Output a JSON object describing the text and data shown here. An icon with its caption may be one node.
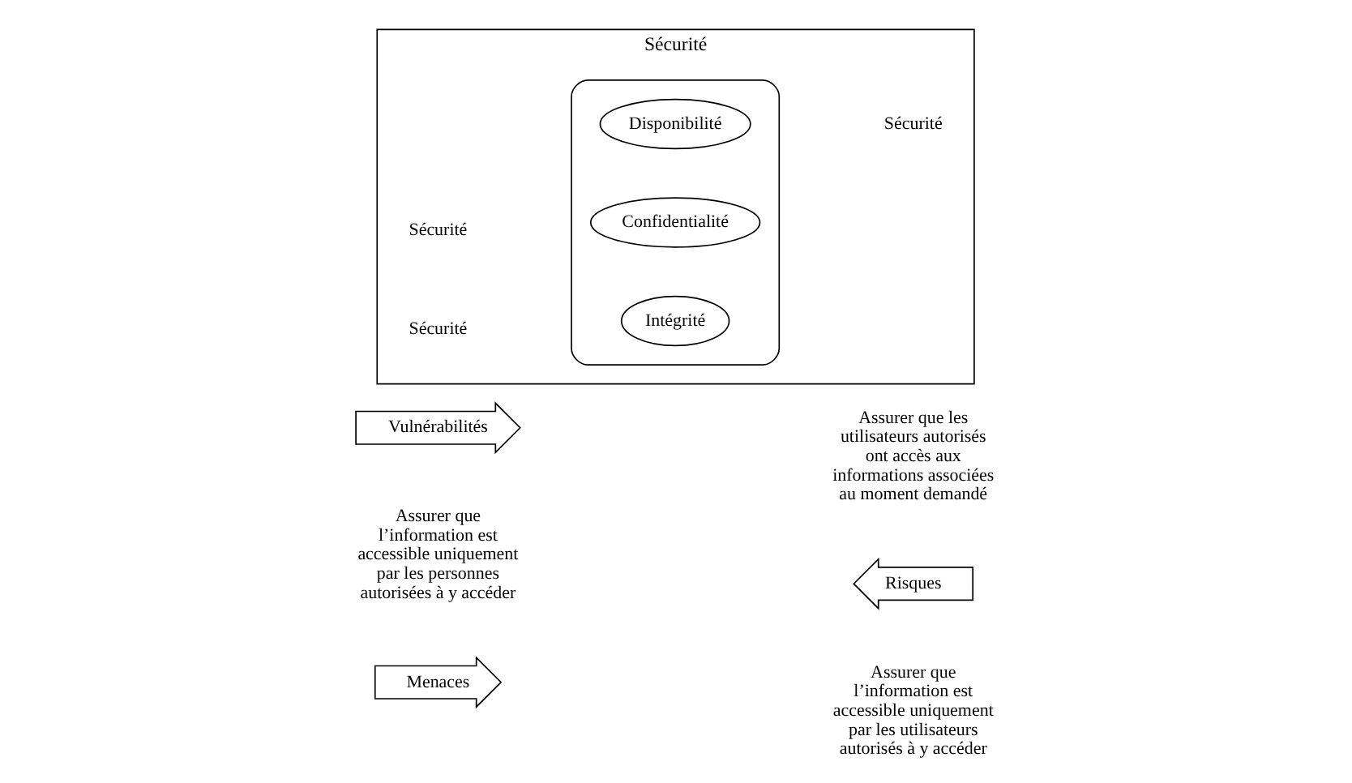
{
  "diagram": {
    "nodes": [
      {
        "text": [
          "Sécurité",
          "Sécurité",
          "Sécurité",
          "Sécurité"
        ]
      },
      {
        "text": [],
        "shape": "cylinder",
        "in": 0
      },
      {
        "text": [
          "Intégrité"
        ],
        "in": 1
      },
      {
        "text": [
          "Confidentialité"
        ],
        "in": 1
      },
      {
        "text": [
          "Disponibilité"
        ],
        "in": 1
      },
      {
        "text": [
          "Menaces"
        ]
      },
      {
        "text": [
          "Vulnérabilités"
        ]
      },
      {
        "text": [
          "Risques"
        ]
      }
    ],
    "edges": [],
    "labels": [
      "Assurer que l’information est accessible uniquement par les utilisateurs autorisés à y accéder",
      "Assurer que l’information est accessible uniquement par les personnes autorisées à y accéder",
      "Assurer que les utilisateurs autorisés ont accès aux informations associées au moment demandé"
    ]
  }
}
